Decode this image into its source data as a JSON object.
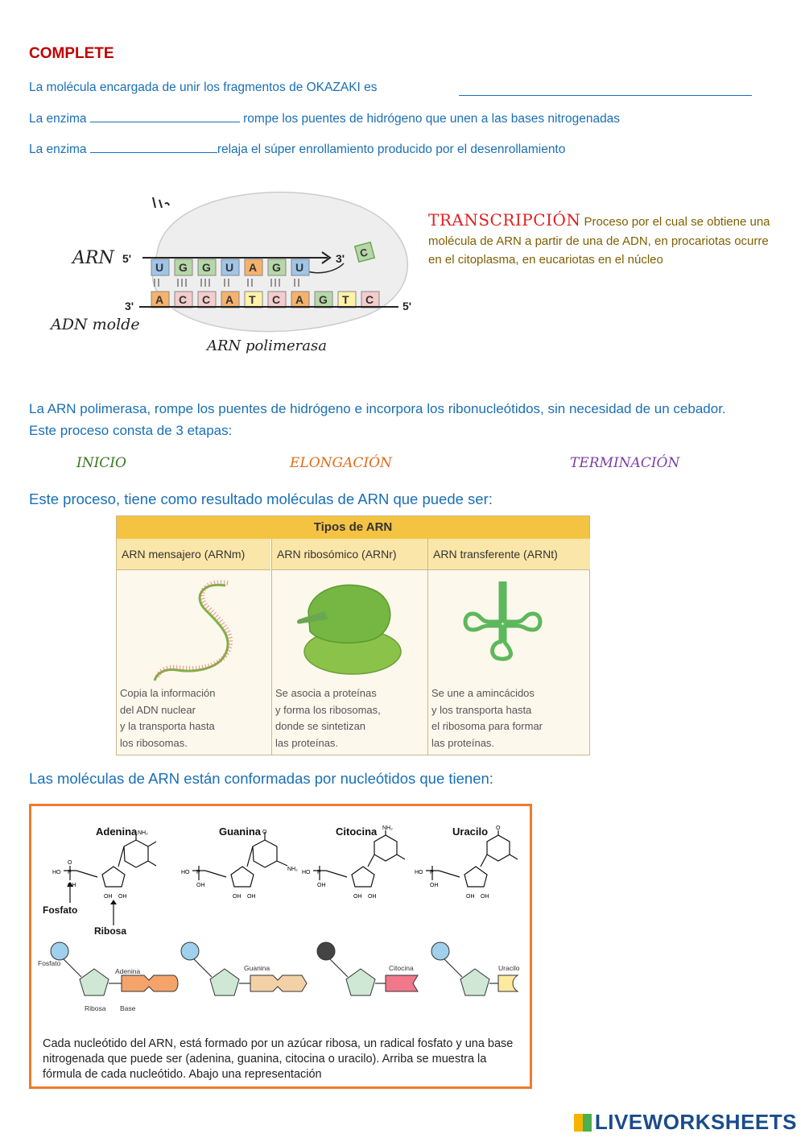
{
  "header": {
    "title": "COMPLETE"
  },
  "questions": [
    {
      "text_before": "La molécula encargada de unir los fragmentos de OKAZAKI es",
      "text_after": ""
    },
    {
      "text_before": "La enzima",
      "text_after": " rompe los puentes de hidrógeno que unen a las bases nitrogenadas"
    },
    {
      "text_before": "La enzima",
      "text_after": "relaja el súper enrollamiento producido por el desenrollamiento"
    }
  ],
  "diagram": {
    "arn_label": "ARN",
    "adn_label": "ADN molde",
    "polimerasa_label": "ARN polimerasa",
    "five_prime": "5'",
    "three_prime": "3'",
    "rna_bases": [
      "U",
      "G",
      "G",
      "U",
      "A",
      "G",
      "U"
    ],
    "dna_bases": [
      "A",
      "C",
      "C",
      "A",
      "T",
      "C",
      "A",
      "G",
      "T",
      "C"
    ],
    "incoming_base": "C",
    "base_colors": {
      "A": "#f6b26b",
      "C": "#f4cccc",
      "G": "#b6d7a8",
      "T": "#fff2a8",
      "U": "#9fc5e8"
    }
  },
  "transcription": {
    "title": "TRANSCRIPCIÓN",
    "text": " Proceso por el cual se obtiene una molécula de ARN a partir de una de ADN, en procariotas ocurre en el citoplasma, en eucariotas en el núcleo"
  },
  "paragraph": "La ARN polimerasa, rompe los puentes de hidrógeno e incorpora los ribonucleótidos, sin necesidad de un cebador. Este proceso consta de 3 etapas:",
  "stages": [
    {
      "label": "INICIO",
      "color": "#38761d"
    },
    {
      "label": "ELONGACIÓN",
      "color": "#e06b1a"
    },
    {
      "label": "TERMINACIÓN",
      "color": "#7b3fa0"
    }
  ],
  "result_heading": "Este proceso, tiene como resultado moléculas de ARN que puede ser:",
  "rna_types": {
    "title": "Tipos de ARN",
    "columns": [
      {
        "header": "ARN mensajero (ARNm)",
        "desc": "Copia la información\ndel ADN nuclear\ny la transporta hasta\nlos ribosomas."
      },
      {
        "header": "ARN ribosómico (ARNr)",
        "desc": "Se asocia a proteínas\ny forma los ribosomas,\ndonde se sintetizan\nlas proteínas."
      },
      {
        "header": "ARN transferente (ARNt)",
        "desc": "Se une a amincácidos\ny los transporta hasta\nel ribosoma para formar\nlas proteínas."
      }
    ]
  },
  "nucleotide_heading": "Las moléculas de ARN están conformadas por nucleótidos que tienen:",
  "nucleotides": {
    "names": [
      "Adenina",
      "Guanina",
      "Citocina",
      "Uracilo"
    ],
    "fosfato_label": "Fosfato",
    "ribosa_label": "Ribosa",
    "base_label": "Base",
    "oh": "OH",
    "ho": "HO",
    "nh2": "NH₂",
    "o": "O",
    "p": "P",
    "n": "N",
    "colors": {
      "adenina": "#f4a46a",
      "guanina": "#f3d1a6",
      "citocina": "#f0788a",
      "uracilo": "#fdeaa0",
      "pentose": "#cfe8d6",
      "phosphate": "#9fd0ec",
      "phosphate_dark": "#444444"
    },
    "caption": "Cada nucleótido del ARN, está formado por un azúcar ribosa, un radical fosfato y una base nitrogenada que puede ser (adenina, guanina, citocina o uracilo). Arriba se muestra la fórmula de cada nucleótido. Abajo una representación"
  },
  "footer": {
    "logo": "LIVEWORKSHEETS"
  }
}
